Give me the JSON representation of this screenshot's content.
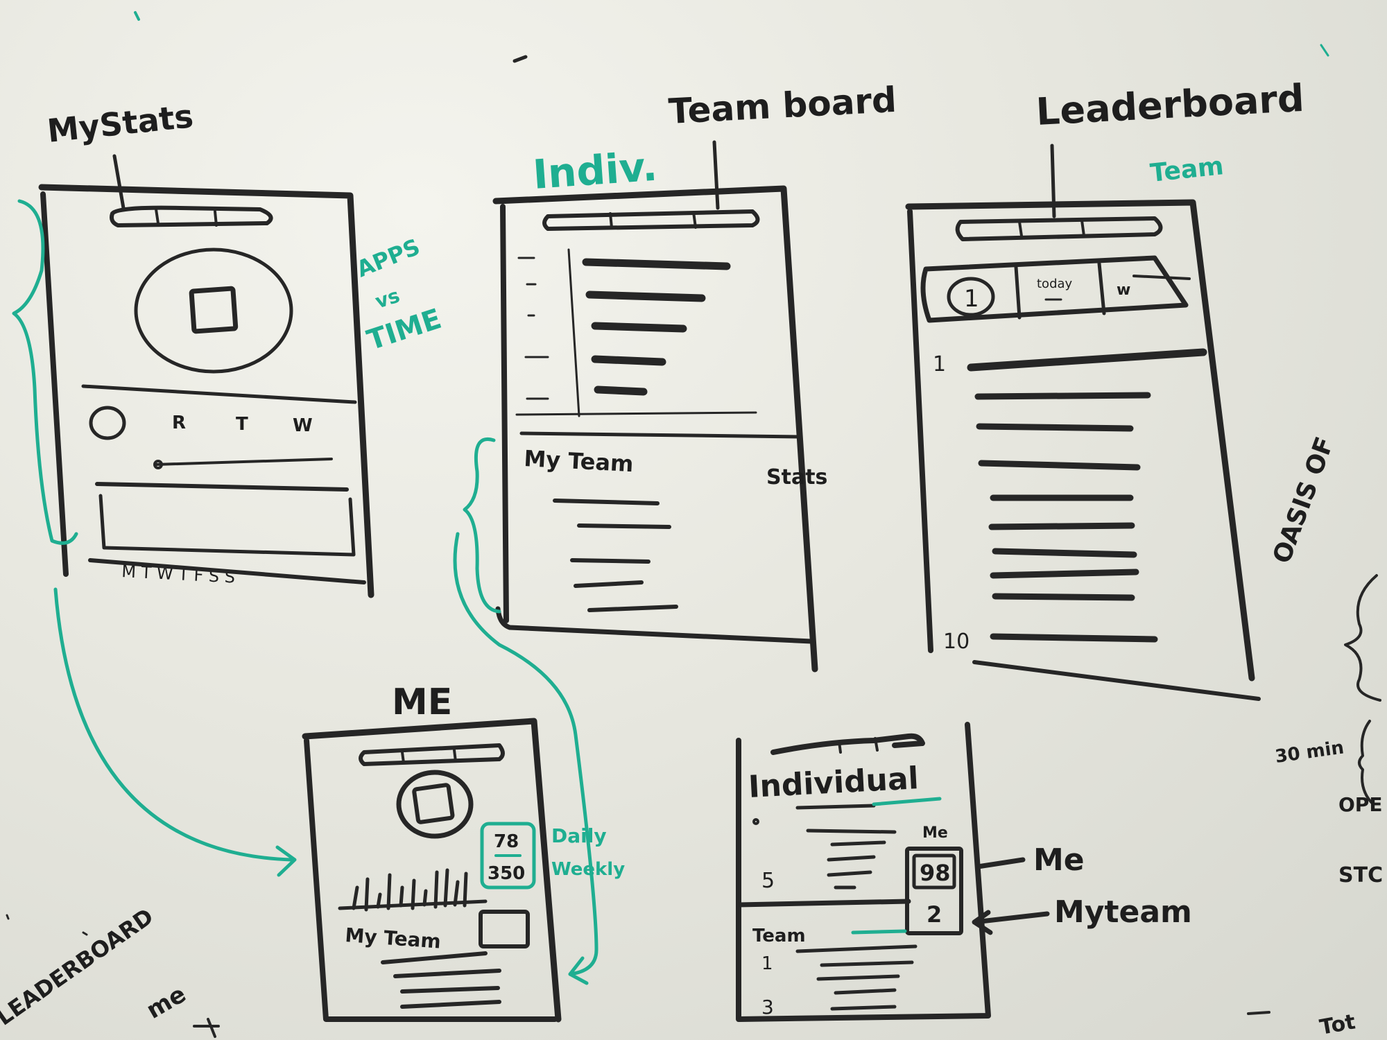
{
  "labels": {
    "my_stats": "MyStats",
    "team_board": "Team board",
    "leaderboard": "Leaderboard",
    "indiv": "Indiv.",
    "team": "Team",
    "apps_vs_time": [
      "APPS",
      "vs",
      "TIME"
    ],
    "me_title": "ME",
    "daily": "Daily",
    "weekly": "Weekly",
    "me_arrow": "Me",
    "my_team_arrow": "Myteam",
    "thirty_min": "30 min"
  },
  "frame_my_stats": {
    "days": [
      "R",
      "T",
      "W"
    ],
    "footer_days": "M T W T F S S"
  },
  "frame_team_board": {
    "my_team": "My Team",
    "stats": "Stats"
  },
  "frame_leaderboard": {
    "tab_rank": "1",
    "tab_mid": "today",
    "tab_right": "w",
    "rank_first": "1",
    "rank_last": "10"
  },
  "frame_me": {
    "daily_value": "78",
    "weekly_value": "350",
    "my_team": "My Team"
  },
  "frame_individual": {
    "title": "Individual",
    "me_header": "Me",
    "my_score": "98",
    "team_rank": "2",
    "rank_five": "5",
    "team": "Team",
    "rank_one": "1",
    "rank_three": "3"
  },
  "edge_notes": {
    "right_top": "OASIS OF",
    "right_mid": "OPE",
    "right_low": "STC",
    "right_bottom": "Tot",
    "left_bottom": "LEADERBOARD",
    "left_bottom2": "me"
  }
}
